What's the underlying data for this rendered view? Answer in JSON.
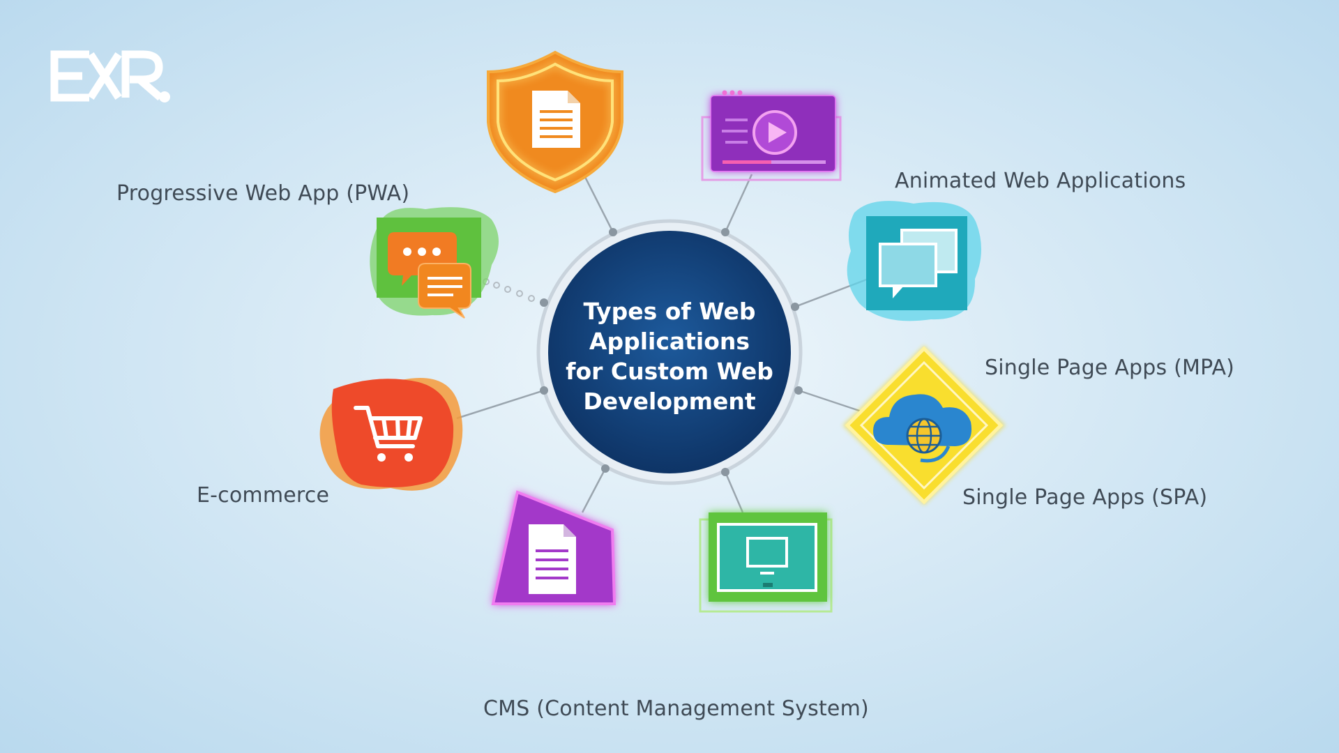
{
  "logo": {
    "text": "EXR"
  },
  "hub": {
    "title_lines": [
      "Types of Web",
      "Applications",
      "for Custom Web",
      "Development"
    ]
  },
  "labels": {
    "pwa": "Progressive Web App (PWA)",
    "animated": "Animated Web Applications",
    "mpa": "Single Page Apps (MPA)",
    "spa": "Single Page Apps (SPA)",
    "ecommerce": "E-commerce",
    "cms": "CMS (Content Management System)"
  },
  "icons": [
    {
      "name": "shield-document-icon",
      "color": "#f08a1f"
    },
    {
      "name": "video-player-icon",
      "color": "#9b35c6"
    },
    {
      "name": "chat-bubbles-icon",
      "color": "#f07d22"
    },
    {
      "name": "windows-icon",
      "color": "#1fb0c0"
    },
    {
      "name": "cloud-sync-icon",
      "color": "#f7d931"
    },
    {
      "name": "shopping-cart-icon",
      "color": "#ee4f2c"
    },
    {
      "name": "document-icon",
      "color": "#a338c9"
    },
    {
      "name": "monitor-icon",
      "color": "#2eb6a6"
    }
  ],
  "colors": {
    "hub": "#15457f",
    "ring": "#c9d3dc",
    "connector": "#9aa5ae"
  }
}
